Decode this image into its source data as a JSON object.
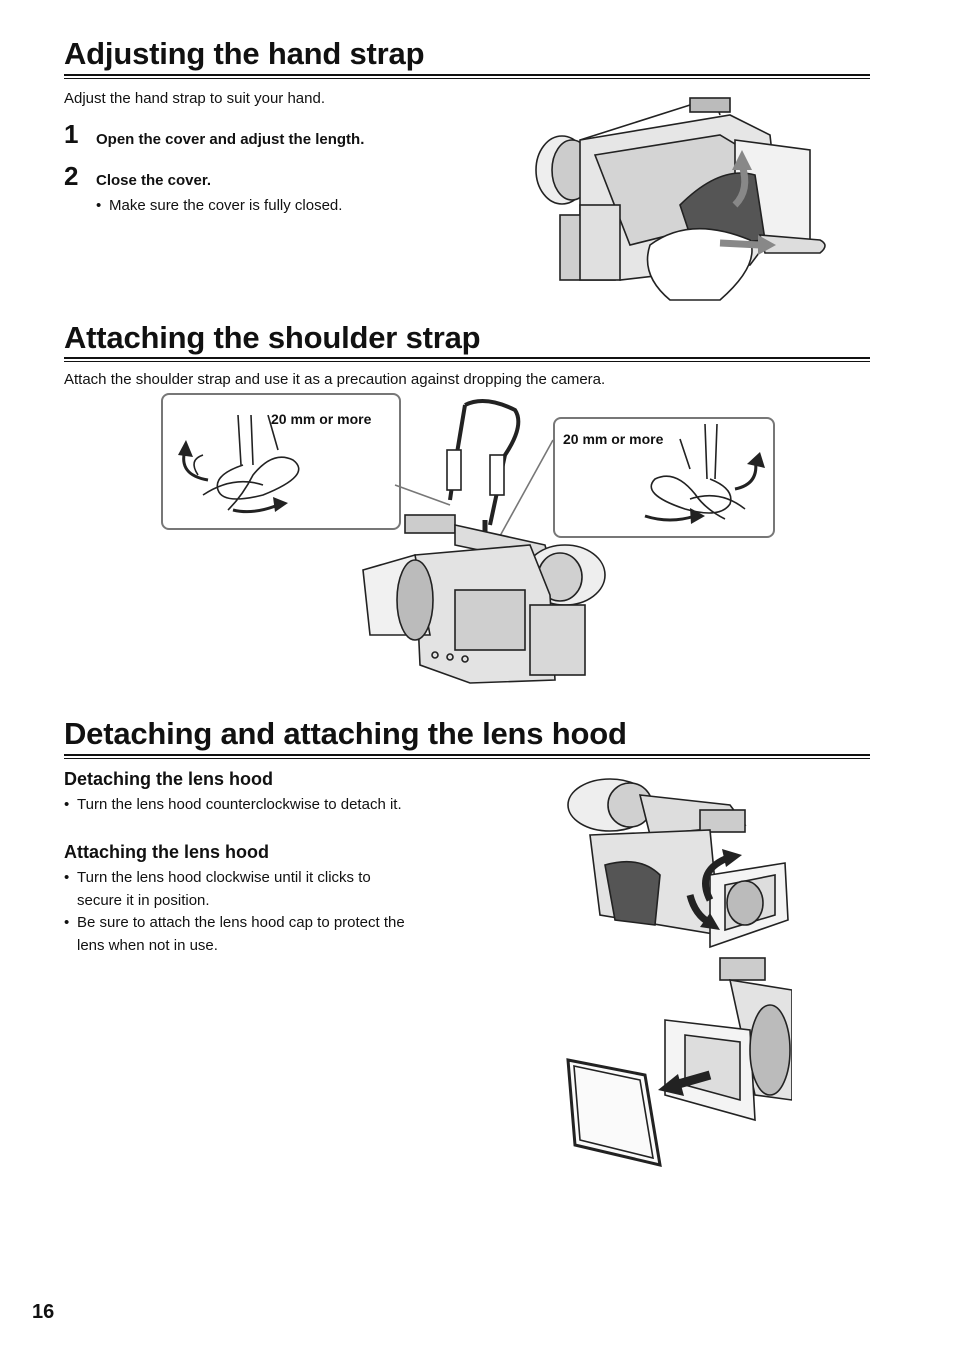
{
  "sections": {
    "hand_strap": {
      "title": "Adjusting the hand strap",
      "intro": "Adjust the hand strap to suit your hand.",
      "steps": [
        {
          "num": "1",
          "text": "Open the cover and adjust the length."
        },
        {
          "num": "2",
          "text": "Close the cover."
        }
      ],
      "step2_bullet": "Make sure the cover is fully closed."
    },
    "shoulder_strap": {
      "title": "Attaching the shoulder strap",
      "intro": "Attach the shoulder strap and use it as a precaution against dropping the camera.",
      "left_callout_label": "20 mm or more",
      "right_callout_label": "20 mm or more"
    },
    "lens_hood": {
      "title": "Detaching and attaching the lens hood",
      "detach_heading": "Detaching the lens hood",
      "detach_bullet": "Turn the lens hood counterclockwise to detach it.",
      "attach_heading": "Attaching the lens hood",
      "attach_bullet_1_line_1": "Turn the lens hood clockwise until it clicks to",
      "attach_bullet_1_line_2": "secure it in position.",
      "attach_bullet_2_line_1": "Be sure to attach the lens hood cap to protect the",
      "attach_bullet_2_line_2": "lens when not in use."
    }
  },
  "page_number": "16"
}
